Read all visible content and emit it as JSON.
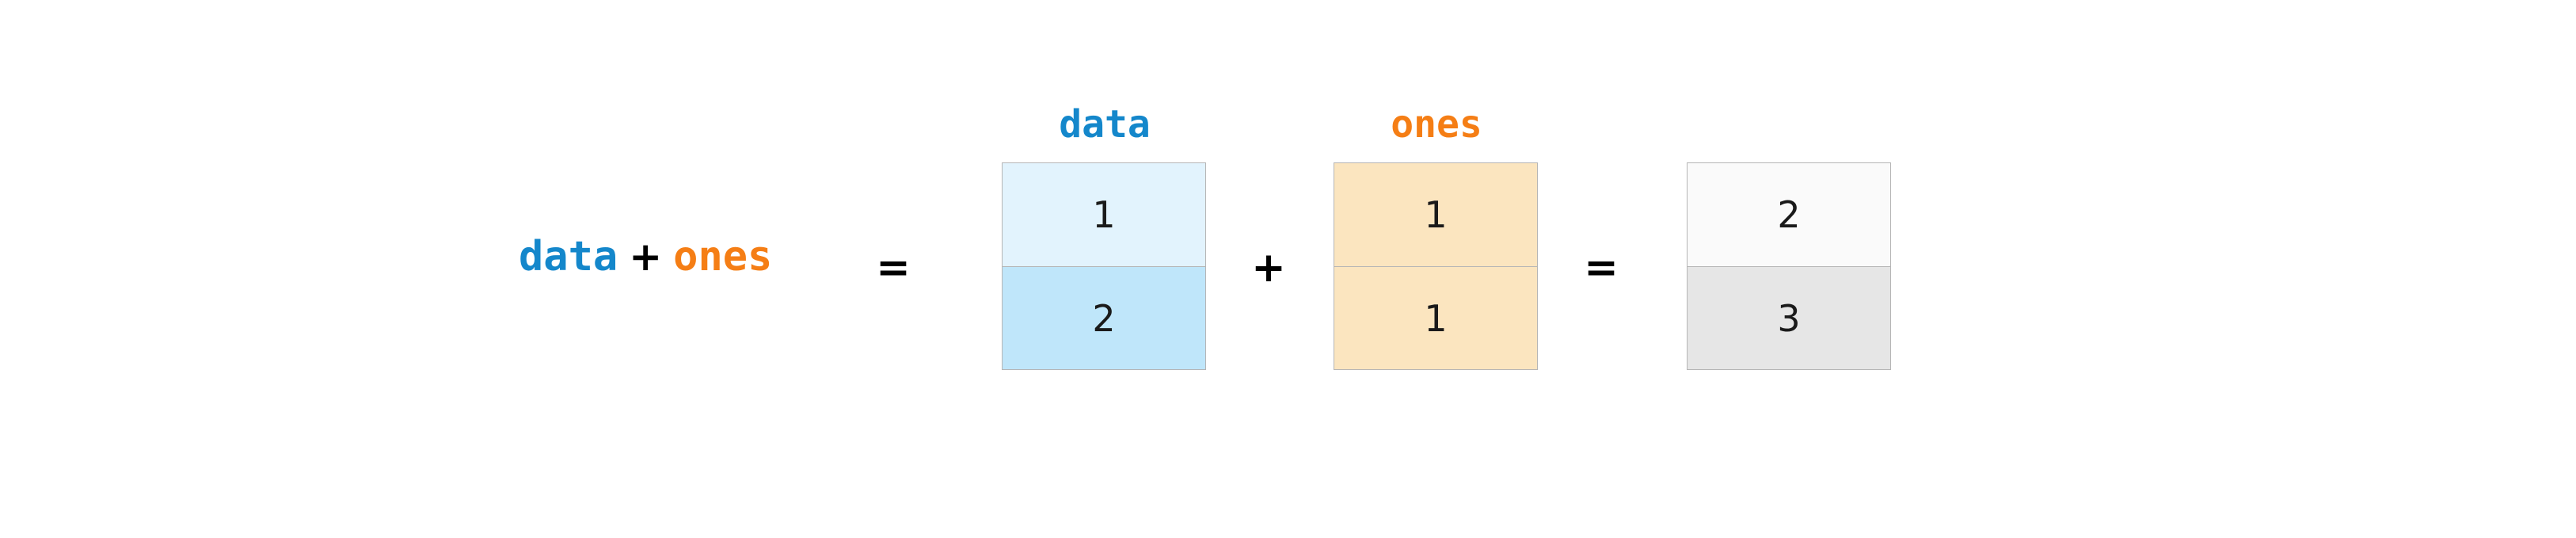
{
  "expression": {
    "left_operand": "data",
    "operator": "+",
    "right_operand": "ones"
  },
  "operators": {
    "equals_1": "=",
    "plus_1": "+",
    "equals_2": "="
  },
  "colors": {
    "data_blue": "#1487cb",
    "ones_orange": "#f57e15",
    "cell_blue_light": "#e2f3fd",
    "cell_blue_mid": "#bfe6fa",
    "cell_peach": "#fbe5bf",
    "cell_gray_light": "#fafafa",
    "cell_gray_mid": "#e6e6e6",
    "border": "#b5b5b5",
    "text": "#1a1a1a",
    "background": "#ffffff"
  },
  "matrices": [
    {
      "name": "data",
      "label": "data",
      "label_color": "#1487cb",
      "shape": [
        2,
        1
      ],
      "cells": [
        {
          "value": "1",
          "fill": "#e2f3fd"
        },
        {
          "value": "2",
          "fill": "#bfe6fa"
        }
      ]
    },
    {
      "name": "ones",
      "label": "ones",
      "label_color": "#f57e15",
      "shape": [
        2,
        1
      ],
      "cells": [
        {
          "value": "1",
          "fill": "#fbe5bf"
        },
        {
          "value": "1",
          "fill": "#fbe5bf"
        }
      ]
    },
    {
      "name": "result",
      "label": "",
      "label_color": "",
      "shape": [
        2,
        1
      ],
      "cells": [
        {
          "value": "2",
          "fill": "#fafafa"
        },
        {
          "value": "3",
          "fill": "#e6e6e6"
        }
      ]
    }
  ]
}
